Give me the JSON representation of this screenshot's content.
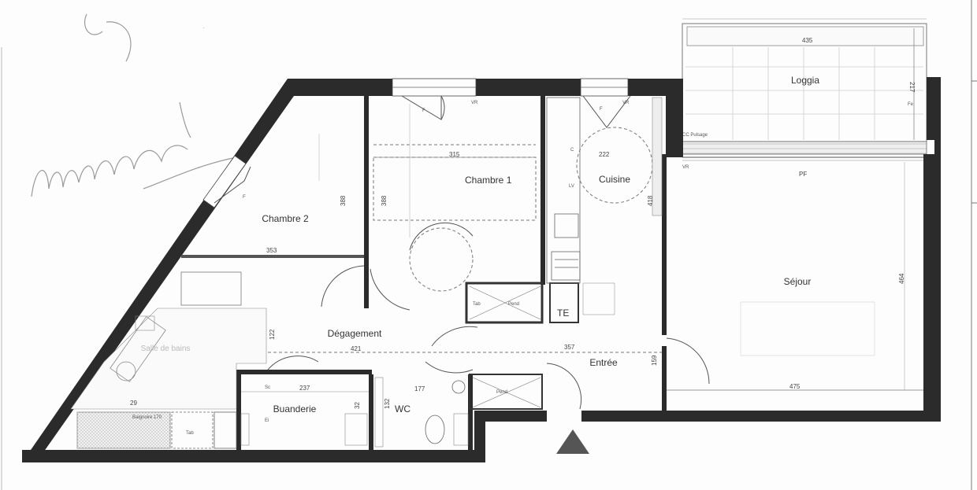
{
  "rooms": {
    "loggia": "Loggia",
    "chambre1": "Chambre 1",
    "chambre2": "Chambre 2",
    "cuisine": "Cuisine",
    "sejour": "Séjour",
    "degagement": "Dégagement",
    "entree": "Entrée",
    "buanderie": "Buanderie",
    "wc": "WC",
    "te": "TE",
    "salle_de_bains": "Salle de bains"
  },
  "dimensions": {
    "loggia_width": "435",
    "loggia_depth": "217",
    "chambre1_width": "315",
    "chambre1_depth_left": "388",
    "chambre1_depth_inner": "388",
    "cuisine_width": "222",
    "cuisine_depth": "418",
    "chambre2_width": "353",
    "degagement_width": "421",
    "degagement_depth": "122",
    "entree_width": "357",
    "entree_depth": "159",
    "sejour_depth": "464",
    "sejour_width": "475",
    "buanderie_width": "237",
    "buanderie_depth": "32",
    "wc_width": "177",
    "wc_depth": "132",
    "sdb_width": "29"
  },
  "labels": {
    "window_f": "F",
    "window_vr": "VR",
    "pf": "PF",
    "vr": "VR",
    "fe": "Fe",
    "cc_pulsage": "CC Pulsage",
    "placard_tab": "Tab",
    "placard_pend": "Pend",
    "lv": "LV",
    "c": "C",
    "sc": "Sc",
    "ei": "Ei",
    "baignoire": "Baignoire 170",
    "handwriting_top": "ℒ",
    "handwriting_side": "Ulmmi"
  }
}
